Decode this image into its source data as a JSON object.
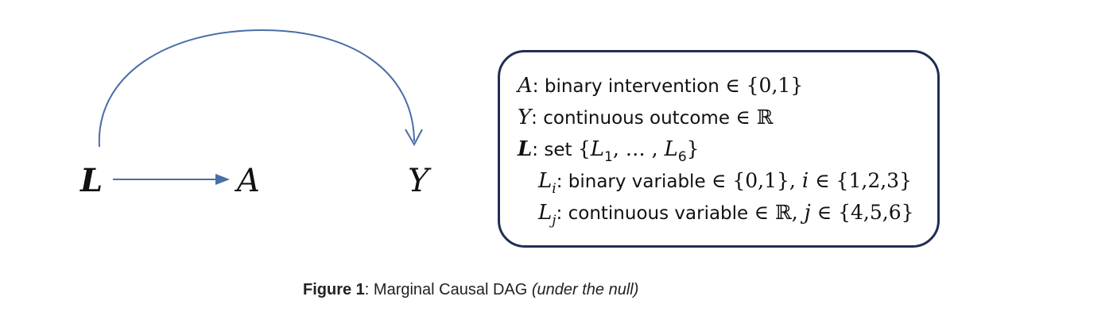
{
  "diagram": {
    "nodes": {
      "L": "L",
      "A": "A",
      "Y": "Y"
    },
    "edges": [
      {
        "from": "L",
        "to": "A",
        "shape": "straight"
      },
      {
        "from": "L",
        "to": "Y",
        "shape": "curved"
      }
    ],
    "colors": {
      "arrow": "#4a6ea8",
      "box_border": "#1f2f55"
    }
  },
  "legend": {
    "a_var": "A",
    "a_desc": ": binary intervention ",
    "a_set": "∈ {0,1}",
    "y_var": "Y",
    "y_desc": ": continuous outcome ",
    "y_set": "∈ ℝ",
    "l_var": "L",
    "l_desc": ": set ",
    "l_open": "{",
    "l_first": "L",
    "l_first_sub": "1",
    "l_mid": ", … , ",
    "l_last": "L",
    "l_last_sub": "6",
    "l_close": "}",
    "li_var": "L",
    "li_sub": "i",
    "li_desc": ": binary variable ",
    "li_set": "∈ {0,1}, ",
    "li_idx": "i",
    "li_idx_set": " ∈ {1,2,3}",
    "lj_var": "L",
    "lj_sub": "j",
    "lj_desc": ": continuous variable ",
    "lj_set": "∈ ℝ, ",
    "lj_idx": "j",
    "lj_idx_set": " ∈ {4,5,6}"
  },
  "caption": {
    "label": "Figure 1",
    "text": ": Marginal Causal DAG ",
    "note": "(under the null)"
  }
}
